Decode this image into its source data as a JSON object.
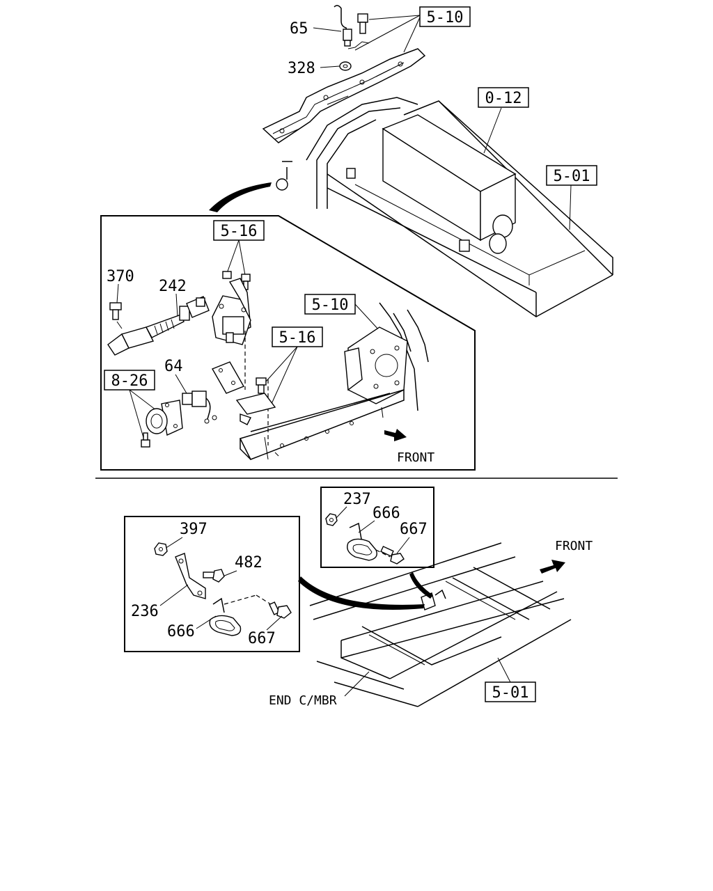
{
  "labels": {
    "p65": "65",
    "p328": "328",
    "ref_5_10_top": "5-10",
    "ref_0_12": "0-12",
    "ref_5_01_top": "5-01",
    "ref_5_16_a": "5-16",
    "p370": "370",
    "p242": "242",
    "ref_5_10_inset": "5-10",
    "ref_5_16_b": "5-16",
    "p64": "64",
    "ref_8_26": "8-26",
    "front_inset": "FRONT",
    "p237": "237",
    "p666_a": "666",
    "p667_a": "667",
    "front_bottom": "FRONT",
    "p397": "397",
    "p482": "482",
    "p236": "236",
    "p666_b": "666",
    "p667_b": "667",
    "end_cmbr": "END C/MBR",
    "ref_5_01_bottom": "5-01"
  }
}
